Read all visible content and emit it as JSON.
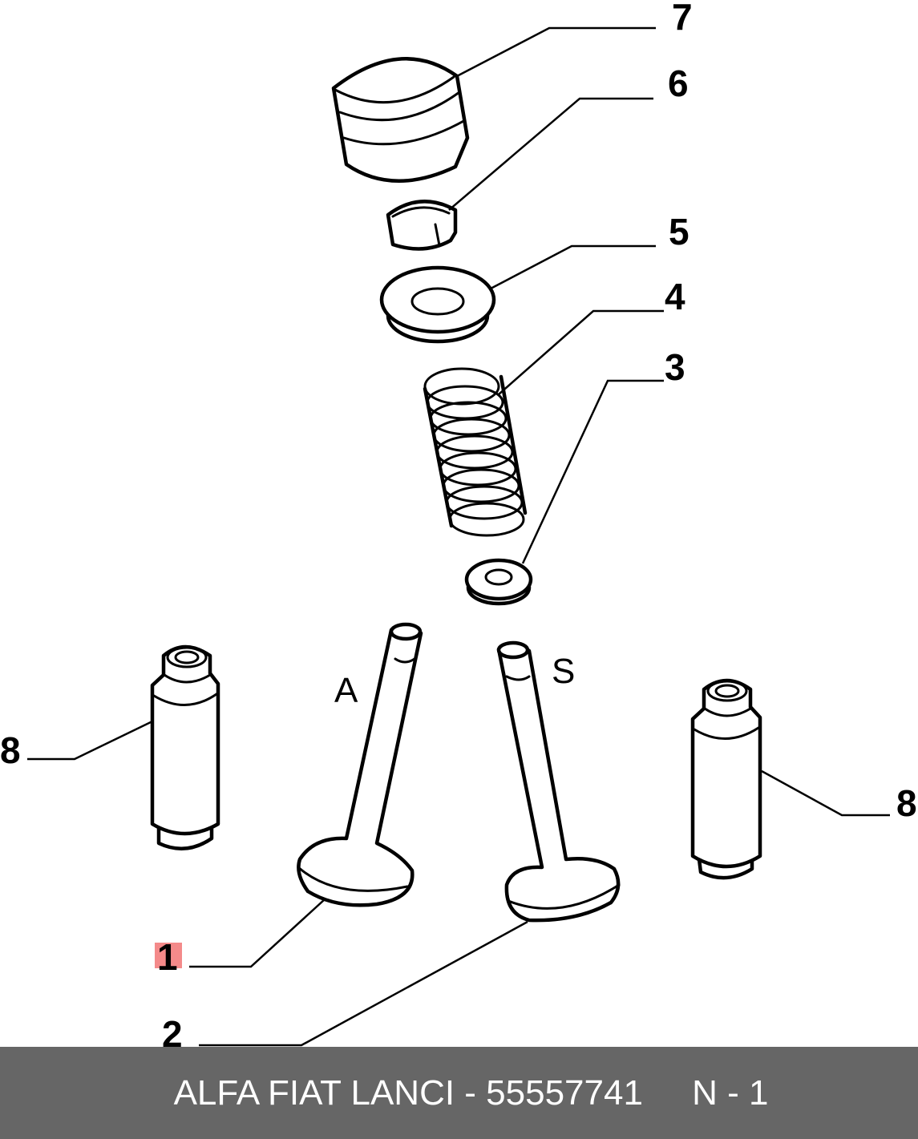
{
  "callouts": {
    "c7": "7",
    "c6": "6",
    "c5": "5",
    "c4": "4",
    "c3": "3",
    "c8_left": "8",
    "c8_right": "8",
    "c1": "1",
    "c2": "2"
  },
  "valve_labels": {
    "intake": "A",
    "exhaust": "S"
  },
  "footer": {
    "text": "ALFA FIAT LANCI - 55557741     N - 1"
  },
  "colors": {
    "footer_bg": "#666666",
    "footer_text": "#ffffff",
    "highlight": "#f48a8a",
    "line": "#000000"
  }
}
